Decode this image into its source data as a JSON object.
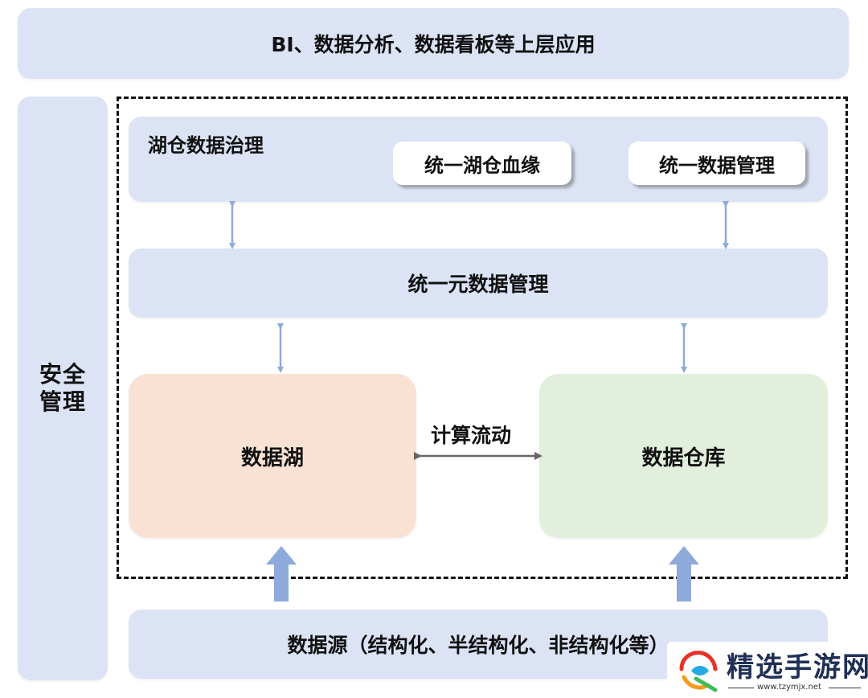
{
  "top_layer": {
    "label": "BI、数据分析、数据看板等上层应用"
  },
  "security": {
    "line1": "安全",
    "line2": "管理"
  },
  "governance": {
    "title": "湖仓数据治理",
    "items": [
      "统一湖仓血缘",
      "统一数据管理"
    ]
  },
  "metadata_layer": {
    "label": "统一元数据管理"
  },
  "lake": {
    "label": "数据湖"
  },
  "warehouse": {
    "label": "数据仓库"
  },
  "compute_flow": {
    "label": "计算流动"
  },
  "sources": {
    "label": "数据源（结构化、半结构化、非结构化等）"
  },
  "watermark": {
    "brand": "精选手游网",
    "url": "www.tzymjx.net"
  },
  "colors": {
    "layer_blue": "#dbe3f5",
    "lake_orange": "#f9e2d3",
    "warehouse_green": "#e1efdc",
    "arrow_blue": "#8eaadb",
    "compute_arrow": "#6b6466"
  }
}
